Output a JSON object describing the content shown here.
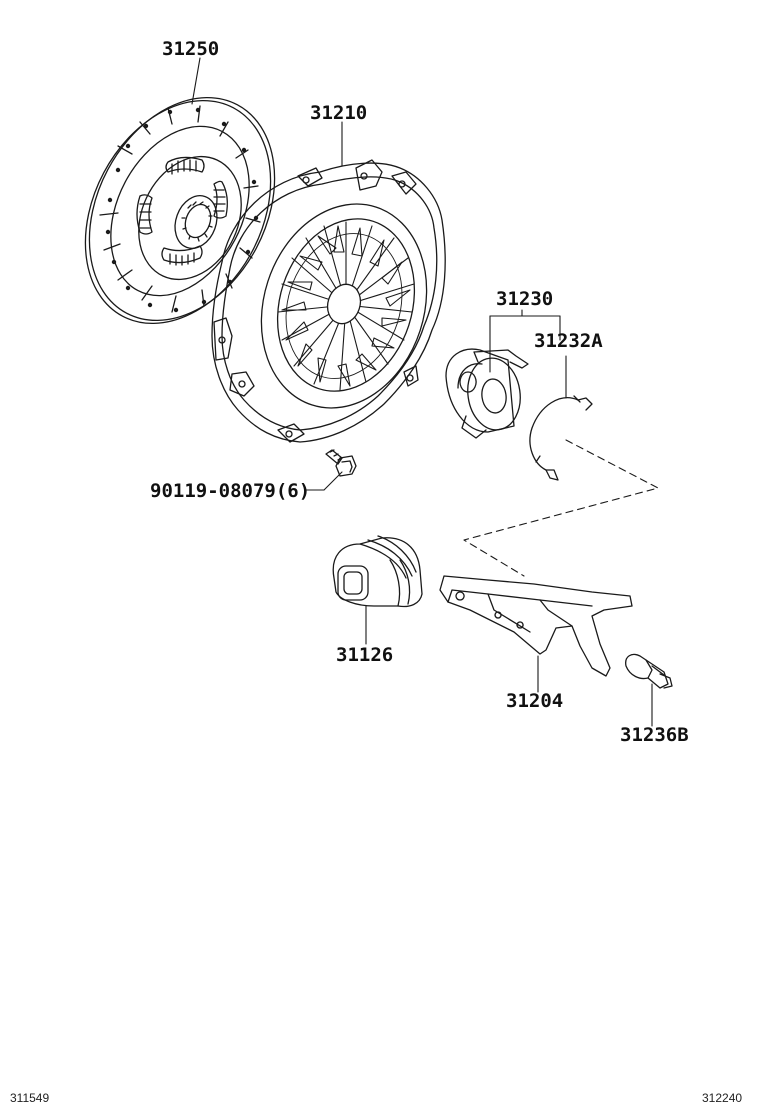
{
  "labels": {
    "clutch_disc": "31250",
    "clutch_cover": "31210",
    "release_bearing_assy": "31230",
    "release_bearing_clip": "31232A",
    "cover_bolt": "90119-08079(6)",
    "fork_boot": "31126",
    "release_fork": "31204",
    "fork_support": "31236B"
  },
  "footer": {
    "left_code": "311549",
    "right_code": "312240"
  },
  "colors": {
    "line": "#1a1a1a",
    "background": "#ffffff"
  }
}
